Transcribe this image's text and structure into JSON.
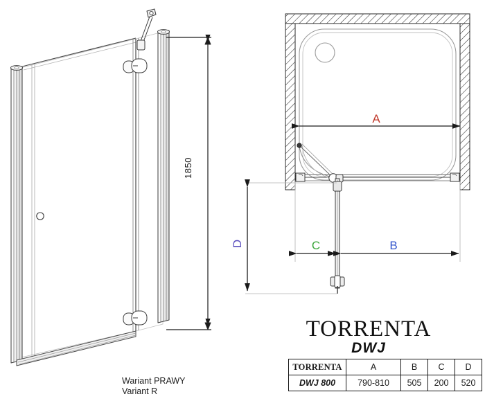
{
  "document": {
    "type": "technical-drawing",
    "product": "shower door"
  },
  "elevation": {
    "height_dimension": "1850",
    "variant_pl": "Wariant PRAWY",
    "variant_en": "Variant R"
  },
  "plan": {
    "dimension_a": "A",
    "dimension_b": "B",
    "dimension_c": "C",
    "dimension_d": "D"
  },
  "brand": {
    "name": "TORRENTA",
    "model": "DWJ"
  },
  "spec_table": {
    "headers": [
      "TORRENTA",
      "A",
      "B",
      "C",
      "D"
    ],
    "rows": [
      {
        "model": "DWJ 800",
        "a": "790-810",
        "b": "505",
        "c": "200",
        "d": "520"
      }
    ]
  },
  "colors": {
    "a": "#c0392b",
    "b": "#3355cc",
    "c": "#3aa63a",
    "d": "#5b4fbf",
    "line": "#1a1a1a"
  }
}
